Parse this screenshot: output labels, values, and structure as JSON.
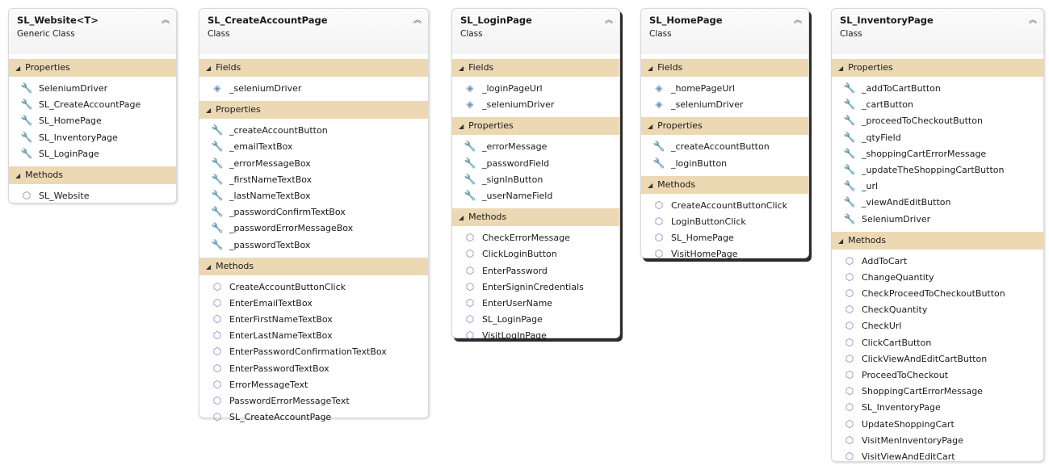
{
  "classes": [
    {
      "name": "SL_Website<T>",
      "kind": "Generic Class",
      "sections": [
        {
          "title": "Properties",
          "icon": "wrench-icon",
          "items": [
            "SeleniumDriver",
            "SL_CreateAccountPage",
            "SL_HomePage",
            "SL_InventoryPage",
            "SL_LoginPage"
          ]
        },
        {
          "title": "Methods",
          "icon": "method-cube-icon",
          "items": [
            "SL_Website"
          ]
        }
      ]
    },
    {
      "name": "SL_CreateAccountPage",
      "kind": "Class",
      "sections": [
        {
          "title": "Fields",
          "icon": "field-lock-icon",
          "items": [
            "_seleniumDriver"
          ]
        },
        {
          "title": "Properties",
          "icon": "wrench-lock-icon",
          "items": [
            "_createAccountButton",
            "_emailTextBox",
            "_errorMessageBox",
            "_firstNameTextBox",
            "_lastNameTextBox",
            "_passwordConfirmTextBox",
            "_passwordErrorMessageBox",
            "_passwordTextBox"
          ]
        },
        {
          "title": "Methods",
          "icon": "method-cube-icon",
          "items": [
            "CreateAccountButtonClick",
            "EnterEmailTextBox",
            "EnterFirstNameTextBox",
            "EnterLastNameTextBox",
            "EnterPasswordConfirmationTextBox",
            "EnterPasswordTextBox",
            "ErrorMessageText",
            "PasswordErrorMessageText",
            "SL_CreateAccountPage"
          ]
        }
      ]
    },
    {
      "name": "SL_LoginPage",
      "kind": "Class",
      "sections": [
        {
          "title": "Fields",
          "icon": "field-lock-icon",
          "items": [
            "_loginPageUrl",
            "_seleniumDriver"
          ]
        },
        {
          "title": "Properties",
          "icon": "wrench-lock-icon",
          "items": [
            "_errorMessage",
            "_passwordField",
            "_signInButton",
            "_userNameField"
          ]
        },
        {
          "title": "Methods",
          "icon": "method-cube-icon",
          "items": [
            "CheckErrorMessage",
            "ClickLoginButton",
            "EnterPassword",
            "EnterSigninCredentials",
            "EnterUserName",
            "SL_LoginPage",
            "VisitLogInPage"
          ]
        }
      ]
    },
    {
      "name": "SL_HomePage",
      "kind": "Class",
      "sections": [
        {
          "title": "Fields",
          "icon": "field-lock-icon",
          "items": [
            "_homePageUrl",
            "_seleniumDriver"
          ]
        },
        {
          "title": "Properties",
          "icon": "wrench-lock-icon",
          "items": [
            "_createAccountButton",
            "_loginButton"
          ]
        },
        {
          "title": "Methods",
          "icon": "method-cube-icon",
          "items": [
            "CreateAccountButtonClick",
            "LoginButtonClick",
            "SL_HomePage",
            "VisitHomePage"
          ]
        }
      ]
    },
    {
      "name": "SL_InventoryPage",
      "kind": "Class",
      "sections": [
        {
          "title": "Properties",
          "icon": "wrench-lock-icon",
          "items": [
            "_addToCartButton",
            "_cartButton",
            "_proceedToCheckoutButton",
            "_qtyField",
            "_shoppingCartErrorMessage",
            "_updateTheShoppingCartButton",
            "_url",
            "_viewAndEditButton",
            "SeleniumDriver"
          ]
        },
        {
          "title": "Methods",
          "icon": "method-cube-icon",
          "items": [
            "AddToCart",
            "ChangeQuantity",
            "CheckProceedToCheckoutButton",
            "CheckQuantity",
            "CheckUrl",
            "ClickCartButton",
            "ClickViewAndEditCartButton",
            "ProceedToCheckout",
            "ShoppingCartErrorMessage",
            "SL_InventoryPage",
            "UpdateShoppingCart",
            "VisitMenInventoryPage",
            "VisitViewAndEditCart"
          ]
        }
      ]
    }
  ]
}
